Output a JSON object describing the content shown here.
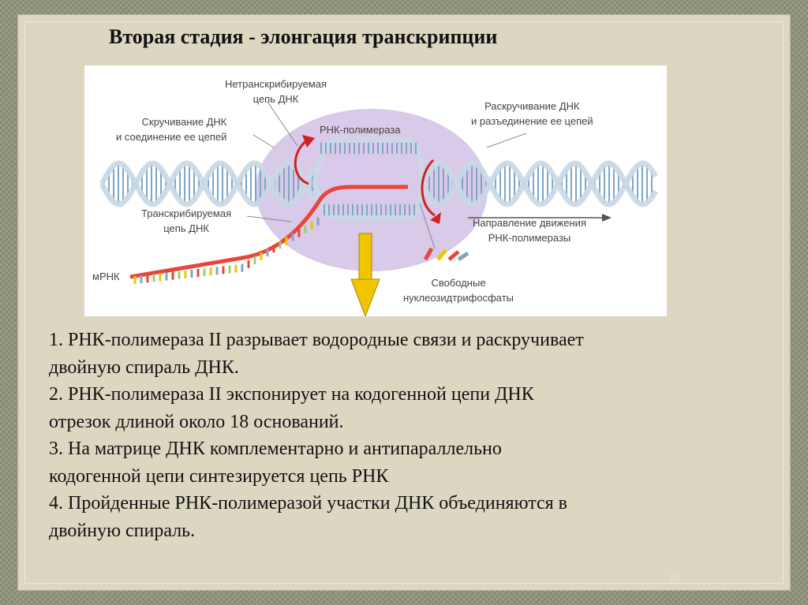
{
  "title": "Вторая стадия - элонгация транскрипции",
  "figure": {
    "labels": {
      "nontemplate_strand": [
        "Нетранскрибируемая",
        "цепь ДНК"
      ],
      "rewinding": [
        "Скручивание ДНК",
        "и соединение ее цепей"
      ],
      "rna_polymerase": "РНК-полимераза",
      "unwinding": [
        "Раскручивание ДНК",
        "и разъединение ее цепей"
      ],
      "template_strand": [
        "Транскрибируемая",
        "цепь ДНК"
      ],
      "direction": [
        "Направление движения",
        "РНК-полимеразы"
      ],
      "mrna": "мРНК",
      "free_ntp": [
        "Свободные",
        "нуклеозидтрифосфаты"
      ]
    },
    "colors": {
      "dna_strand": "#c9d8e6",
      "dna_rung": "#7fa6c6",
      "rna": "#e8463a",
      "enzyme": "#cbb8e0",
      "arrow": "#f2c400",
      "curved_arrow": "#d32020"
    }
  },
  "points": [
    {
      "lines": [
        "1. РНК-полимераза II разрывает водородные связи и раскручивает",
        "двойную спираль ДНК."
      ]
    },
    {
      "lines": [
        "2. РНК-полимераза II экспонирует на кодогенной цепи ДНК",
        "отрезок длиной около 18 оснований."
      ]
    },
    {
      "lines": [
        "3. На матрице ДНК комплементарно и антипараллельно",
        "кодогенной цепи синтезируется цепь РНК"
      ]
    },
    {
      "lines": [
        "4. Пройденные РНК-полимеразой участки ДНК объединяются  в",
        "двойную спираль."
      ]
    }
  ],
  "page_number": "16"
}
